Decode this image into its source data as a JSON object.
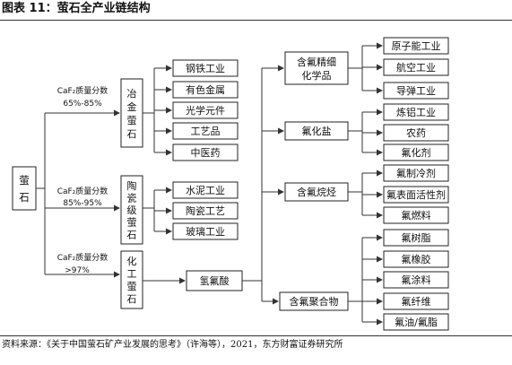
{
  "title": "图表 11：萤石全产业链结构",
  "root": "萤石",
  "grades": [
    {
      "label": "CaF₂质量分数",
      "range": "65%-85%",
      "name": "冶金萤石",
      "uses": [
        "钢铁工业",
        "有色金属",
        "光学元件",
        "工艺品",
        "中医药"
      ]
    },
    {
      "label": "CaF₂质量分数",
      "range": "85%-95%",
      "name": "陶瓷级萤石",
      "uses": [
        "水泥工业",
        "陶瓷工艺",
        "玻璃工业"
      ]
    },
    {
      "label": "CaF₂质量分数",
      "range": ">97%",
      "name": "化工萤石"
    }
  ],
  "acid": "氢氟酸",
  "chemicals": [
    {
      "name": "含氟精细化学品",
      "products": [
        "原子能工业",
        "航空工业",
        "导弹工业"
      ]
    },
    {
      "name": "氟化盐",
      "products": [
        "炼铝工业",
        "农药",
        "氟化剂"
      ]
    },
    {
      "name": "含氟烷烃",
      "products": [
        "氟制冷剂",
        "氟表面活性剂",
        "氟燃料"
      ]
    },
    {
      "name": "含氟聚合物",
      "products": [
        "氟树脂",
        "氟橡胶",
        "氟涂料",
        "氟纤维",
        "氟油/氟脂"
      ]
    }
  ],
  "source": "资料来源：《关于中国萤石矿产业发展的思考》（许海等），2021，东方财富证券研究所"
}
